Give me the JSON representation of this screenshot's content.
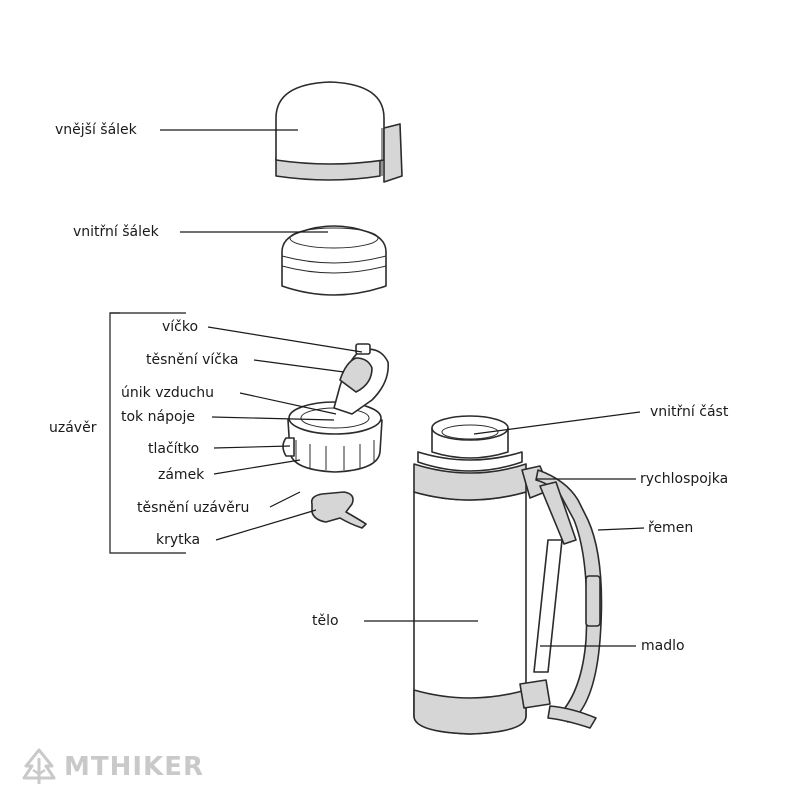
{
  "labels": {
    "outer_cup": "vnější šálek",
    "inner_cup": "vnitřní šálek",
    "lid": "víčko",
    "lid_seal": "těsnění víčka",
    "air_vent": "únik vzduchu",
    "drink_flow": "tok nápoje",
    "button": "tlačítko",
    "lock": "zámek",
    "cap_seal": "těsnění uzávěru",
    "cover": "krytka",
    "closure": "uzávěr",
    "body": "tělo",
    "inner_part": "vnitřní část",
    "quick_release": "rychlospojka",
    "strap": "řemen",
    "handle": "madlo"
  },
  "watermark": {
    "text": "MTHIKER",
    "icon": "tree-logo-icon",
    "color": "#c9c9c9"
  },
  "colors": {
    "line": "#1a1a1a",
    "fill_gray": "#d6d6d6"
  }
}
